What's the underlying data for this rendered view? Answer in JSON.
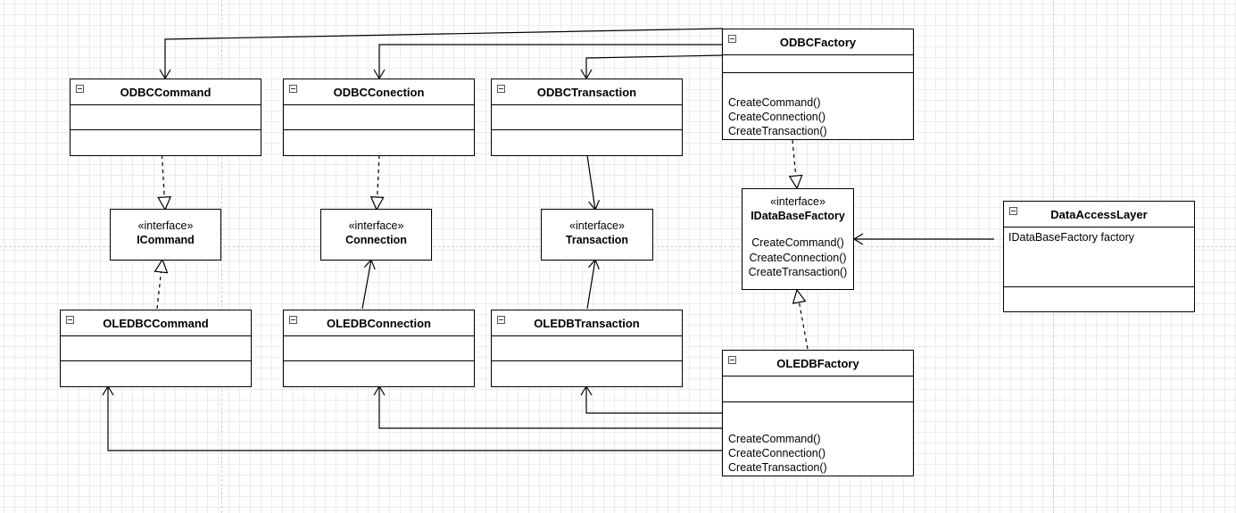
{
  "stereotype": "«interface»",
  "classes": {
    "odbc_command": {
      "name": "ODBCCommand"
    },
    "odbc_connection": {
      "name": "ODBCConection"
    },
    "odbc_transaction": {
      "name": "ODBCTransaction"
    },
    "oledbc_command": {
      "name": "OLEDBCCommand"
    },
    "oledb_connection": {
      "name": "OLEDBConnection"
    },
    "oledb_transaction": {
      "name": "OLEDBTransaction"
    },
    "odbc_factory": {
      "name": "ODBCFactory",
      "operations": [
        "CreateCommand()",
        "CreateConnection()",
        "CreateTransaction()"
      ]
    },
    "oledb_factory": {
      "name": "OLEDBFactory",
      "operations": [
        "CreateCommand()",
        "CreateConnection()",
        "CreateTransaction()"
      ]
    },
    "data_access_layer": {
      "name": "DataAccessLayer",
      "attributes": [
        "IDataBaseFactory factory"
      ]
    }
  },
  "interfaces": {
    "icommand": {
      "name": "ICommand"
    },
    "connection": {
      "name": "Connection"
    },
    "transaction": {
      "name": "Transaction"
    },
    "idatabase_factory": {
      "name": "IDataBaseFactory",
      "operations": [
        "CreateCommand()",
        "CreateConnection()",
        "CreateTransaction()"
      ]
    }
  }
}
